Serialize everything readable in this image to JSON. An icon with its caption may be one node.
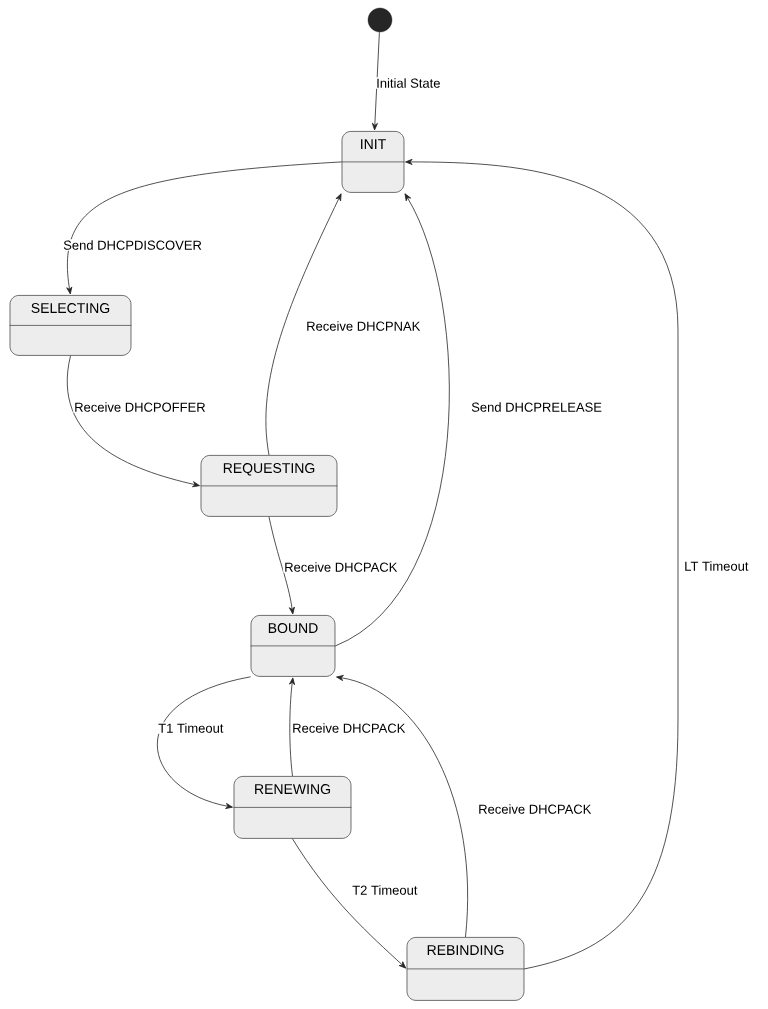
{
  "diagram": {
    "nodes": [
      {
        "text": [],
        "shape": "circle"
      },
      {
        "text": [
          "INIT"
        ]
      },
      {
        "text": [
          "SELECTING"
        ]
      },
      {
        "text": [
          "REQUESTING"
        ]
      },
      {
        "text": [
          "BOUND"
        ]
      },
      {
        "text": [
          "RENEWING"
        ]
      },
      {
        "text": [
          "REBINDING"
        ]
      }
    ],
    "edges": [
      {
        "from": 0,
        "to": 1,
        "arrow": "to",
        "label": "Initial State"
      },
      {
        "from": 1,
        "to": 2,
        "arrow": "to",
        "label": "Send DHCPDISCOVER"
      },
      {
        "from": 2,
        "to": 3,
        "arrow": "to",
        "label": "Receive DHCPOFFER"
      },
      {
        "from": 3,
        "to": 1,
        "arrow": "to",
        "label": "Receive DHCPNAK"
      },
      {
        "from": 3,
        "to": 4,
        "arrow": "to",
        "label": "Receive DHCPACK"
      },
      {
        "from": 4,
        "to": 1,
        "arrow": "to",
        "label": "Send DHCPRELEASE"
      },
      {
        "from": 4,
        "to": 5,
        "arrow": "to",
        "label": "T1 Timeout"
      },
      {
        "from": 5,
        "to": 4,
        "arrow": "to",
        "label": "Receive DHCPACK"
      },
      {
        "from": 5,
        "to": 6,
        "arrow": "to",
        "label": "T2 Timeout"
      },
      {
        "from": 6,
        "to": 4,
        "arrow": "to",
        "label": "Receive DHCPACK"
      },
      {
        "from": 6,
        "to": 1,
        "arrow": "to",
        "label": "LT Timeout"
      }
    ]
  }
}
